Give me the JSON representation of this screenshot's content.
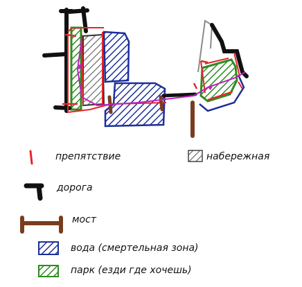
{
  "colors": {
    "obstacle": "#e8242a",
    "road": "#111111",
    "bridge": "#7a3c1e",
    "embankment": "#8a8a8a",
    "water": "#1c2f9a",
    "park": "#2e8b22",
    "route": "#c020c0"
  },
  "legend": {
    "obstacle": "препятствие",
    "embankment": "набережная",
    "road": "дорога",
    "bridge": "мост",
    "water": "вода (смертельная зона)",
    "park": "парк (езди где хочешь)"
  }
}
